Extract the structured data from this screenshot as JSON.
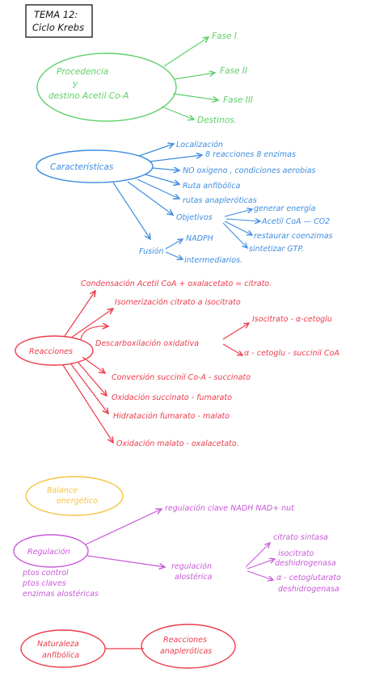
{
  "title_box": {
    "line1": "TEMA 12:",
    "line2": "Ciclo Krebs"
  },
  "colors": {
    "green": "#5fcf6a",
    "blue": "#3f8de0",
    "red": "#ec3b4b",
    "yellow": "#f4c445",
    "purple": "#c95ad9",
    "ink": "#111111"
  },
  "procedencia": {
    "node_l1": "Procedencia",
    "node_l2": "y",
    "node_l3": "destino Acetil Co-A",
    "fase1": "Fase I",
    "fase2": "Fase II",
    "fase3": "Fase III",
    "destinos": "Destinos."
  },
  "caracteristicas": {
    "node": "Características",
    "localizacion": "Localización",
    "reacciones": "8 reacciones  8 enzimas",
    "oxigeno": "NO oxigeno , condiciones aerobias",
    "anfibolica": "Ruta anfibólica",
    "anapleroticas": "rutas anapleróticas",
    "objetivos": "Objetivos",
    "obj1": "generar energía",
    "obj2": "Acetil CoA — CO2",
    "obj3": "restaurar coenzimas",
    "obj4": "sintetizar GTP.",
    "fusion": "Fusión",
    "nadph": "NADPH",
    "intermediarios": "intermediarios."
  },
  "reacciones": {
    "node": "Reacciones",
    "r1": "Condensación  Acetil CoA + oxalacetato = citrato.",
    "r2": "Isomerización citrato a isocitrato",
    "r3": "Descarboxilación oxidativa",
    "r3a": "Isocitrato - α-cetoglu",
    "r3b": "α - cetoglu - succinil CoA",
    "r4": "Conversión succinil Co-A - succinato",
    "r5": "Oxidación succinato - fumarato",
    "r6": "Hidratación fumarato - malato",
    "r7": "Oxidación malato - oxalacetato."
  },
  "balance": {
    "line1": "Balance",
    "line2": "energético"
  },
  "regulacion": {
    "node": "Regulación",
    "clave": "regulación clave  NADH NAD+  nut",
    "alosterica_l1": "regulación",
    "alosterica_l2": "alostérica",
    "citrato": "citrato sintasa",
    "isocitrato_l1": "isocitrato",
    "isocitrato_l2": "deshidrogenasa",
    "cetoglu_l1": "α - cetoglutarato",
    "cetoglu_l2": "deshidrogenasa",
    "ptos1": "ptos control",
    "ptos2": "ptos claves",
    "ptos3": "enzimas alostéricas"
  },
  "naturaleza": {
    "node_l1": "Naturaleza",
    "node_l2": "anfibólica",
    "rel_l1": "Reacciones",
    "rel_l2": "anapleróticas"
  }
}
